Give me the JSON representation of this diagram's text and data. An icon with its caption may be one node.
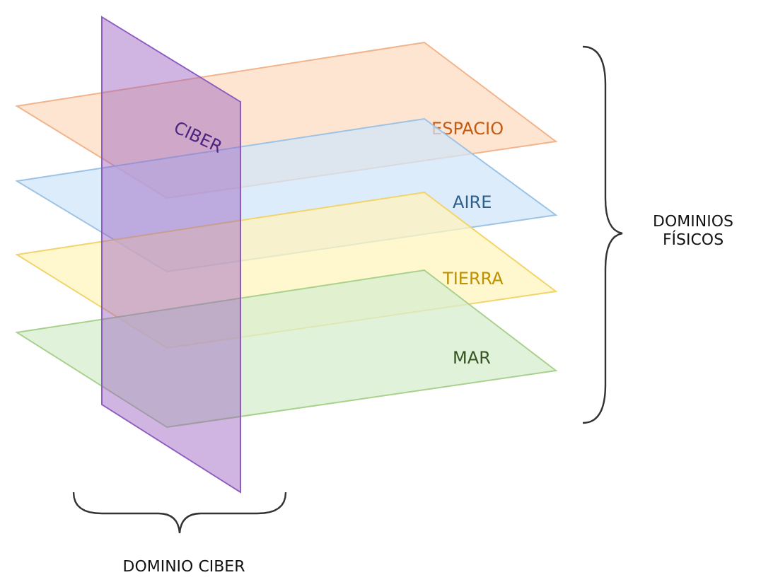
{
  "diagram": {
    "nodes": [
      {
        "text": [
          "CIBER"
        ]
      },
      {
        "text": [
          "ESPACIO"
        ]
      },
      {
        "text": [
          "AIRE"
        ]
      },
      {
        "text": [
          "TIERRA"
        ]
      },
      {
        "text": [
          "MAR"
        ]
      }
    ],
    "labels": [
      "DOMINIOS FÍSICOS",
      "DOMINIO CIBER"
    ]
  }
}
